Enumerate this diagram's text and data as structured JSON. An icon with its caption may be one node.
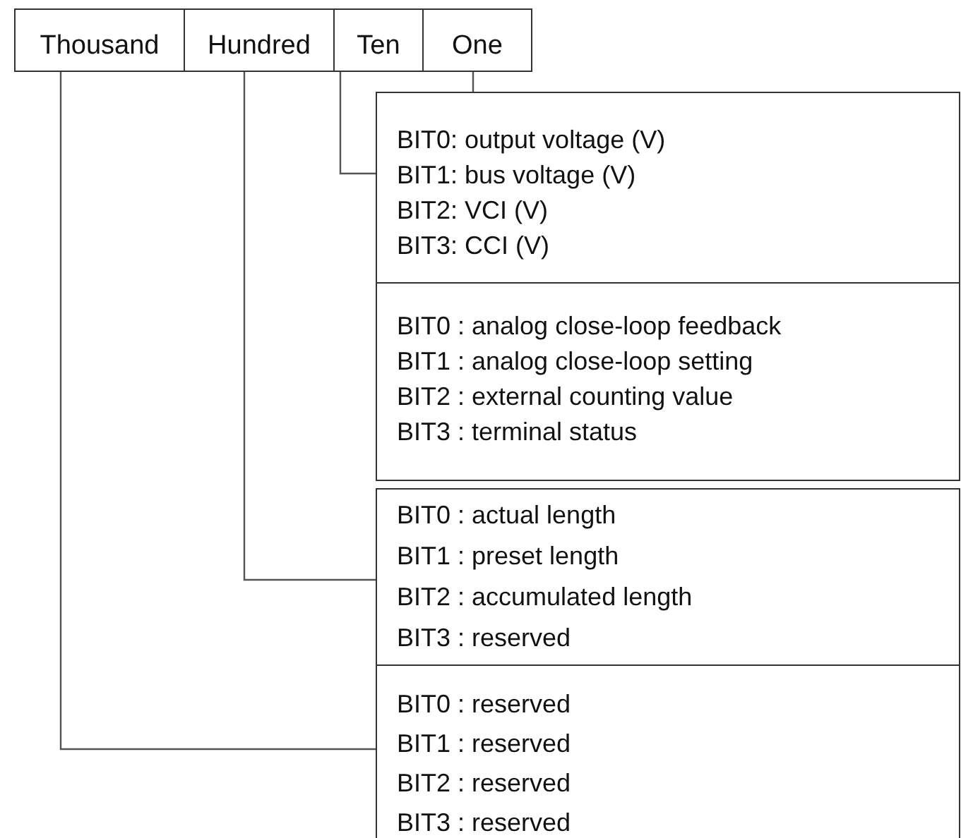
{
  "diagram": {
    "nodes": [
      {
        "text": [
          "Thousand"
        ]
      },
      {
        "text": [
          "Hundred"
        ]
      },
      {
        "text": [
          "Ten"
        ]
      },
      {
        "text": [
          "One"
        ]
      },
      {
        "text": [
          "BIT0: output voltage (V)",
          "BIT1: bus voltage (V)",
          "BIT2: VCI (V)",
          "BIT3: CCI (V)"
        ]
      },
      {
        "text": [
          "BIT0 : analog close-loop feedback",
          "BIT1 : analog close-loop setting",
          "BIT2 : external counting value",
          "BIT3 : terminal status"
        ]
      },
      {
        "text": [
          "BIT0 : actual length",
          "BIT1 : preset length",
          "BIT2 : accumulated length",
          "BIT3 : reserved"
        ]
      },
      {
        "text": [
          "BIT0 : reserved",
          "BIT1 : reserved",
          "BIT2 : reserved",
          "BIT3 : reserved"
        ]
      }
    ],
    "edges": [
      {
        "from": 3,
        "to": 4,
        "arrow": "none"
      },
      {
        "from": 2,
        "to": 4,
        "arrow": "none"
      },
      {
        "from": 1,
        "to": 6,
        "arrow": "none"
      },
      {
        "from": 0,
        "to": 7,
        "arrow": "none"
      }
    ]
  }
}
